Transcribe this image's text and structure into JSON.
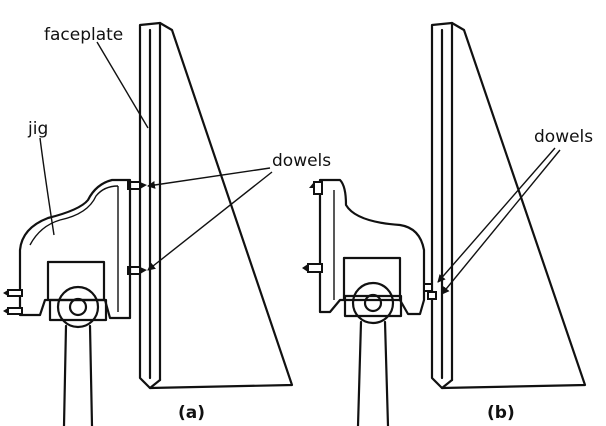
{
  "labels": {
    "faceplate": "faceplate",
    "jig": "jig",
    "dowels_a": "dowels",
    "dowels_b": "dowels"
  },
  "captions": {
    "a": "(a)",
    "b": "(b)"
  },
  "colors": {
    "ink": "#111111",
    "background": "#ffffff"
  }
}
